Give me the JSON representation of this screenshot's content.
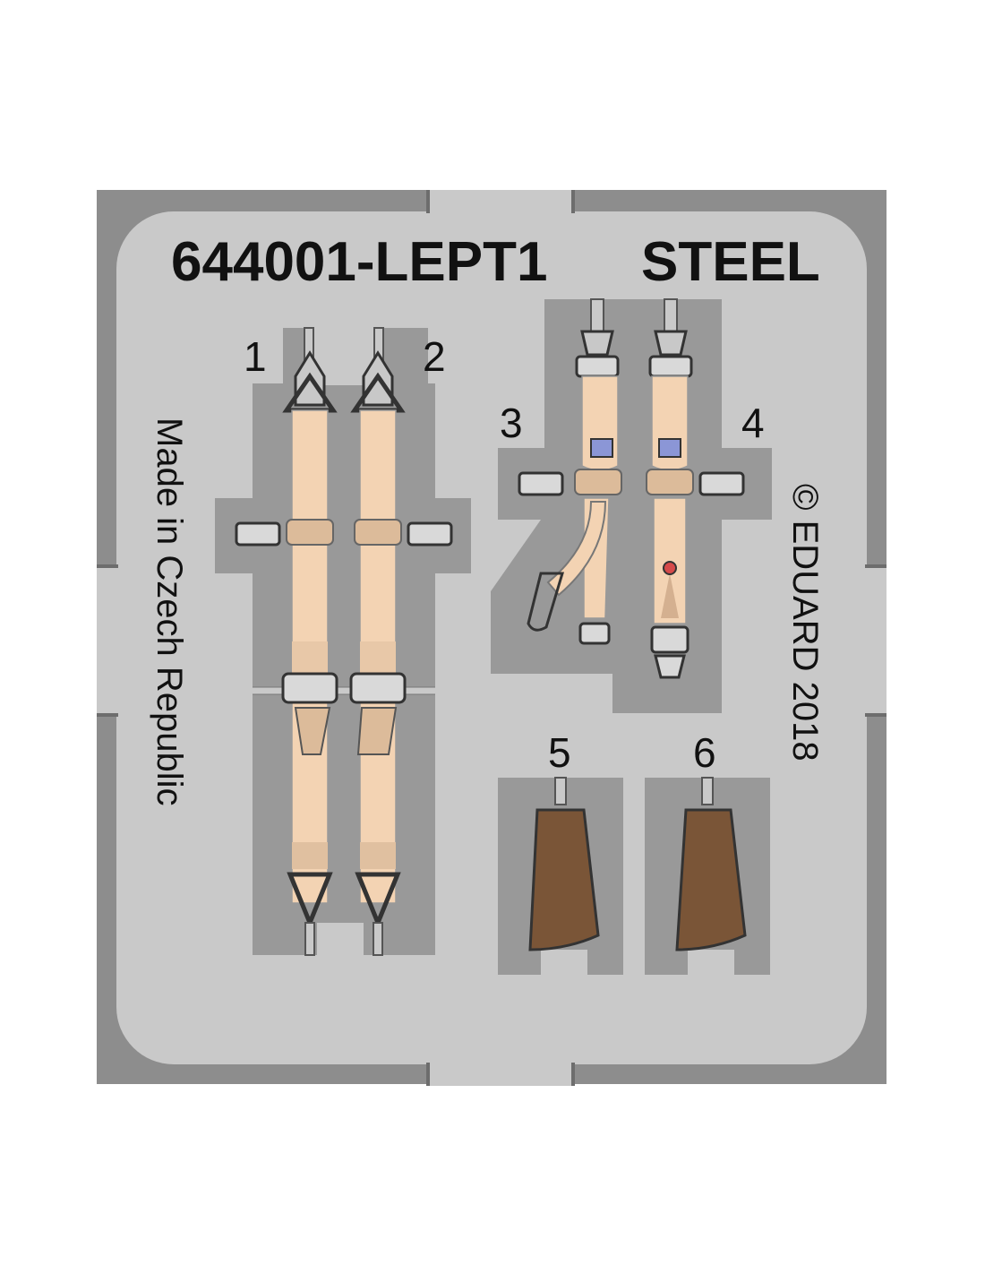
{
  "fret": {
    "code": "644001-LEPT1",
    "material": "STEEL",
    "origin": "Made in Czech Republic",
    "copyright": "© EDUARD 2018"
  },
  "parts": [
    {
      "number": "1",
      "kind": "shoulder-belt"
    },
    {
      "number": "2",
      "kind": "shoulder-belt"
    },
    {
      "number": "3",
      "kind": "lap-belt-left"
    },
    {
      "number": "4",
      "kind": "lap-belt-right"
    },
    {
      "number": "5",
      "kind": "leather-pad"
    },
    {
      "number": "6",
      "kind": "leather-pad"
    }
  ],
  "colors": {
    "frame": "#8c8c8c",
    "plate": "#c9c9c9",
    "recess": "#999999",
    "belt": "#f3d3b3",
    "belt_shade": "#caa98a",
    "leather": "#7a5537",
    "hardware": "#d9d9d9",
    "blue_pad": "#8b96d6",
    "red_mark": "#d64a4a",
    "outline": "#333333"
  }
}
